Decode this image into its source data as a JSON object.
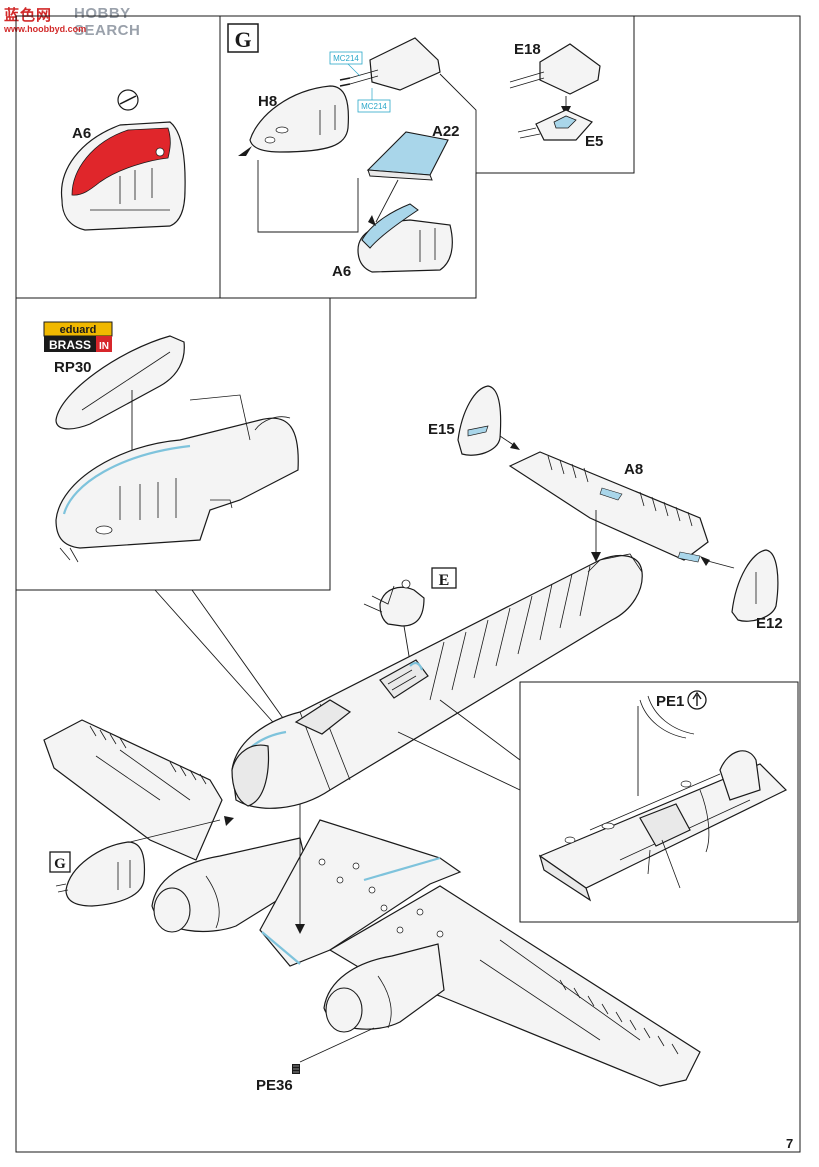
{
  "watermark": {
    "logo": "蓝色网",
    "text": "HOBBY SEARCH",
    "url": "www.hoobbyd.com"
  },
  "brand": {
    "name_top": "eduard",
    "name_bottom_left": "BRASS",
    "name_bottom_right": "IN"
  },
  "sections": {
    "box_g_top": "G",
    "box_e": "E",
    "box_g_left": "G"
  },
  "labels": {
    "a6_top": "A6",
    "h8": "H8",
    "a22": "A22",
    "a6_mid": "A6",
    "e18": "E18",
    "e5": "E5",
    "rp30": "RP30",
    "e15": "E15",
    "a8": "A8",
    "e12": "E12",
    "pe1": "PE1",
    "pe36": "PE36"
  },
  "callouts": {
    "mc214_a": "MC214",
    "mc214_b": "MC214"
  },
  "colors": {
    "paint_red": "#e0262b",
    "clear_blue": "#a9d6ea",
    "highlight_blue": "#7ec3dc",
    "callout_cyan": "#2aa7c9"
  },
  "page_number": "7"
}
